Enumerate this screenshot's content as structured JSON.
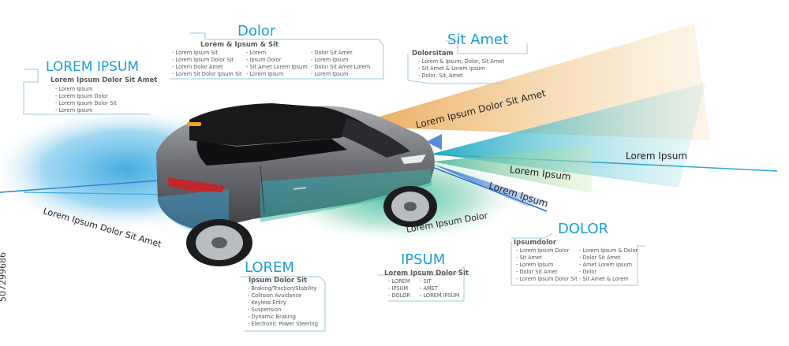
{
  "stock_id": "507299686",
  "blocks": {
    "left": {
      "title": "LOREM IPSUM",
      "subtitle": "Lorem Ipsum Dolor Sit Amet",
      "items": [
        "- Lorem Ipsum",
        "- Lorem Ipsum Dolor",
        "- Lorem Ipsum Dolor Sit",
        "- Lorem Ipsum"
      ]
    },
    "top_center": {
      "title": "Dolor",
      "subtitle": "Lorem & Ipsum & Sit",
      "col1": [
        "- Lorem Ipsum Sit",
        "- Lorem Ipsum Dolor Sit",
        "- Lorem Dolor Amet",
        "- Lorem Sit Dolor Ipsum Sit"
      ],
      "col2": [
        "- Lorem",
        "- Ipsum Dolor",
        "- Sit Amet Lorem Ipsum",
        "- Lorem Ipsum"
      ],
      "col3": [
        "- Dolor Sit Amet",
        "- Lorem Ipsum",
        "- Dolor Sit Amet Lorem",
        "- Lorem Ipsum"
      ]
    },
    "top_right": {
      "title": "Sit Amet",
      "subtitle": "Dolorsitam",
      "items": [
        "- Lorem & Ipsum, Dolor, Sit Amet",
        "- Sit Amet & Lorem Ipsum",
        "- Dolor, Sit, Amet"
      ]
    },
    "bottom_left": {
      "title": "LOREM",
      "subtitle": "Ipsum Dolor Sit",
      "items": [
        "- Braking/Traction/Stability",
        "- Collision Avoidance",
        "- Keyless Entry",
        "- Suspension",
        "- Dynamic Braking",
        "- Electronic Power Steering"
      ]
    },
    "bottom_center": {
      "title": "IPSUM",
      "subtitle": "Lorem Ipsum Dolor Sit",
      "col1": [
        "- LOREM",
        "- IPSUM",
        "- DOLOR"
      ],
      "col2": [
        "- SIT",
        "- AMET",
        "- LOREM IPSUM"
      ]
    },
    "bottom_right": {
      "title": "DOLOR",
      "subtitle": "Ipsumdolor",
      "col1": [
        "- Lorem Ipsum Dolor",
        "- Sit Amet",
        "- Lorem Ipsum",
        "- Dolor Sit Amet",
        "- Lorem Ipsum Dolor Sit"
      ],
      "col2": [
        "- Lorem Ipsum & Dolor",
        "- Dolor Sit Amet",
        "- Amet Lorem Ipsum",
        "- Dolor",
        "- Sit Amet & Lorem"
      ]
    }
  },
  "beams": {
    "orange": "Lorem Ipsum Dolor Sit Amet",
    "teal_far": "Lorem Ipsum",
    "green": "Lorem Ipsum",
    "blue": "Lorem Ipsum",
    "front_low": "Lorem Ipsum Dolor",
    "rear_arc": "Lorem Ipsum Dolor Sit Amet"
  },
  "colors": {
    "accent_blue": "#1a9fd6",
    "beam_orange": "#f3b45b",
    "beam_teal": "#27b6c9",
    "beam_green": "#7fc27a",
    "beam_blue": "#3f7fd6",
    "rear_glow": "#3aa8e0",
    "bracket": "#9fc9dc",
    "car_body": "#7b7d82"
  }
}
